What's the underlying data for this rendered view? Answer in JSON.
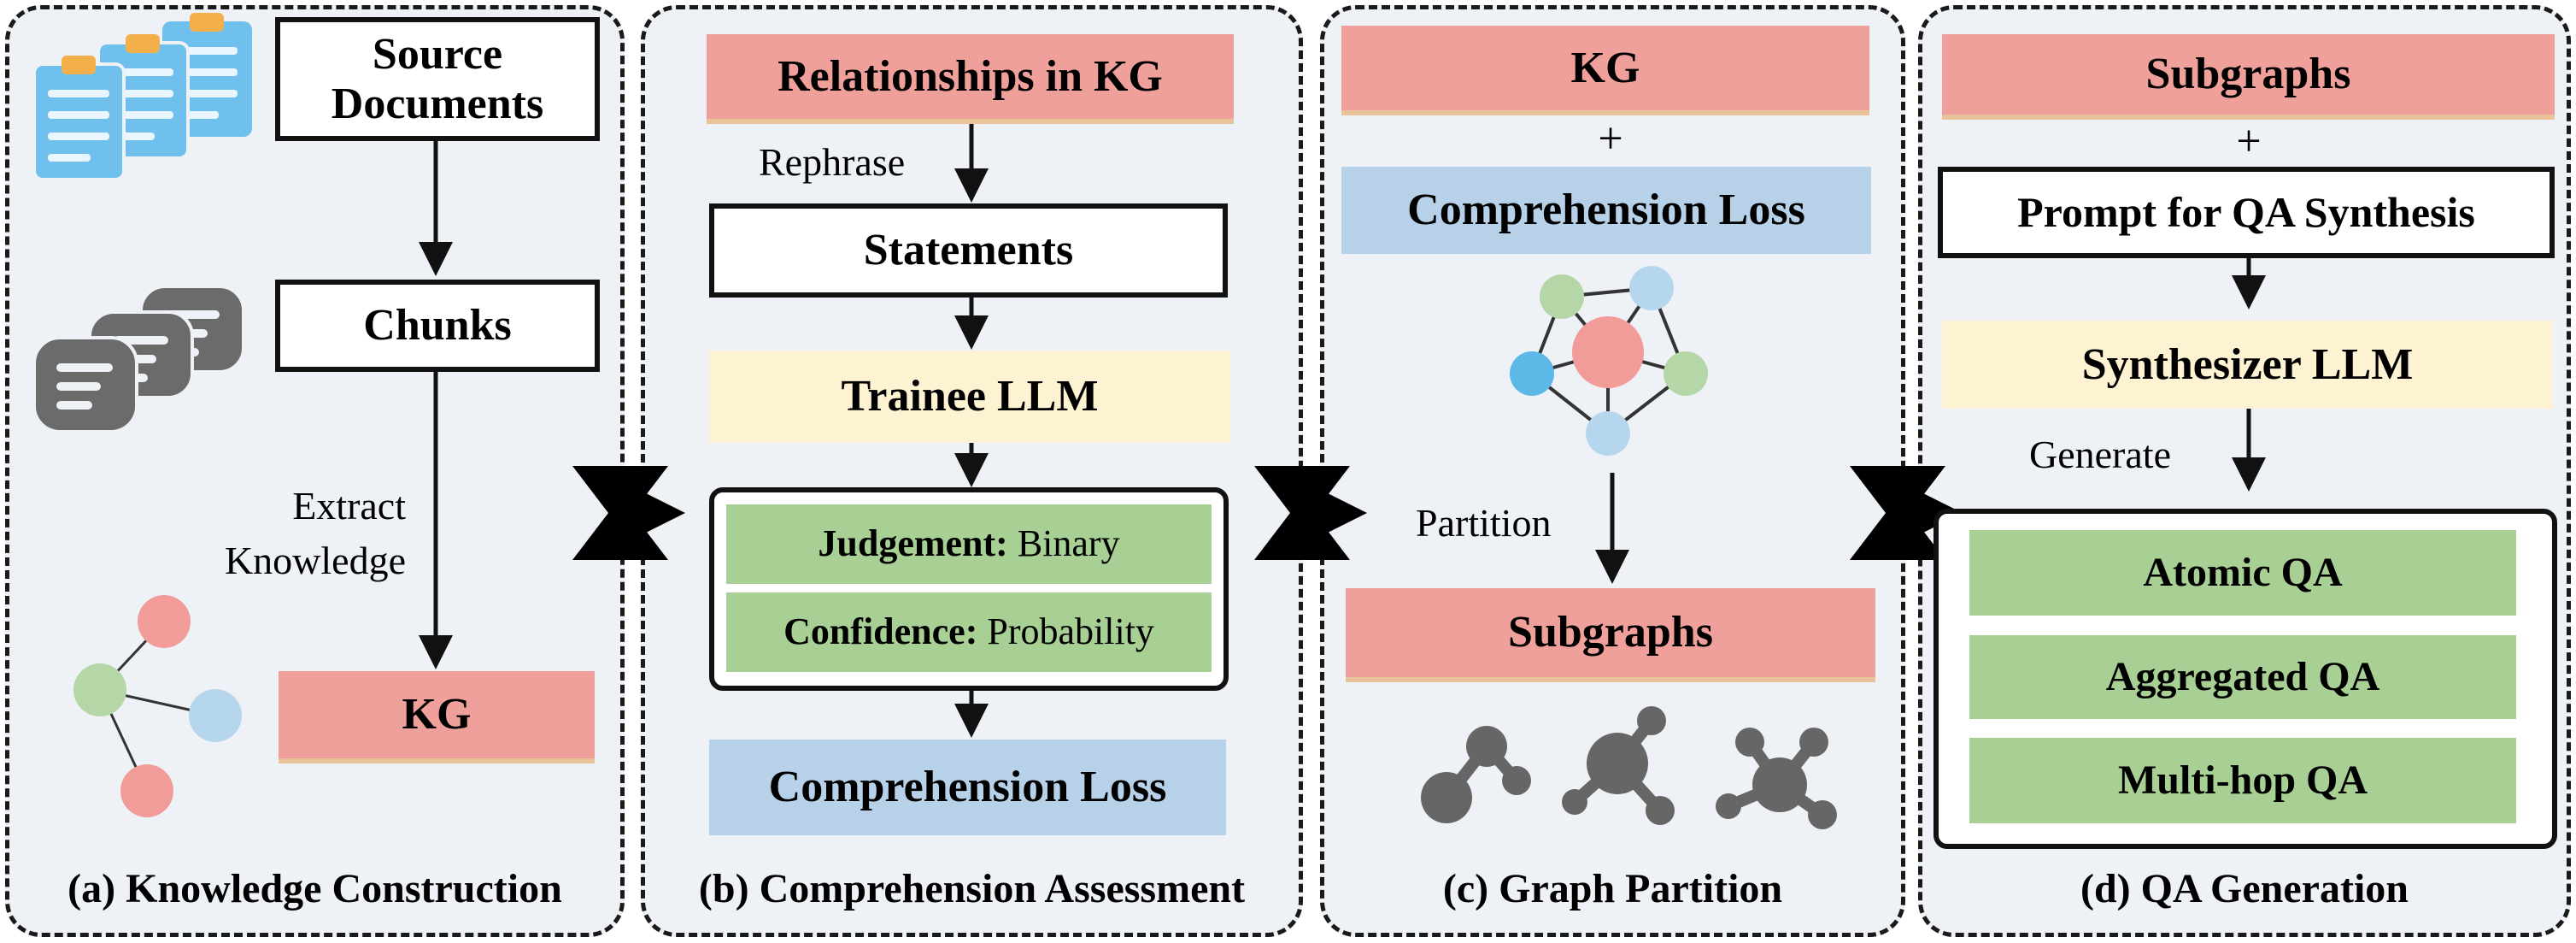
{
  "panels": {
    "a": {
      "title": "(a) Knowledge Construction",
      "source_documents": "Source\nDocuments",
      "chunks": "Chunks",
      "extract_label": "Extract\nKnowledge",
      "kg": "KG"
    },
    "b": {
      "title": "(b) Comprehension Assessment",
      "relationships": "Relationships in KG",
      "rephrase_label": "Rephrase",
      "statements": "Statements",
      "trainee_llm": "Trainee LLM",
      "judgement_key": "Judgement:",
      "judgement_val": " Binary",
      "confidence_key": "Confidence:",
      "confidence_val": " Probability",
      "comprehension_loss": "Comprehension Loss"
    },
    "c": {
      "title": "(c) Graph Partition",
      "kg": "KG",
      "plus": "+",
      "comprehension_loss": "Comprehension Loss",
      "partition_label": "Partition",
      "subgraphs": "Subgraphs"
    },
    "d": {
      "title": "(d) QA Generation",
      "subgraphs": "Subgraphs",
      "plus": "+",
      "prompt": "Prompt for QA Synthesis",
      "synthesizer_llm": "Synthesizer LLM",
      "generate_label": "Generate",
      "qa_types": [
        "Atomic QA",
        "Aggregated QA",
        "Multi-hop QA"
      ]
    }
  },
  "colors": {
    "panel_bg": "#eef1f6",
    "pink": "#f0a09a",
    "blue": "#b6d1e8",
    "yellow": "#fdf3d2",
    "green": "#a8cf94",
    "node_pink": "#f29c9a",
    "node_blue": "#b6d6ee",
    "node_green": "#b5d6a7",
    "node_cyan": "#5cb8e6",
    "grey": "#666666"
  },
  "icons": [
    "clipboard-documents-icon",
    "chat-bubbles-icon",
    "knowledge-graph-icon",
    "pentagon-graph-icon",
    "molecule-subgraph-icon",
    "flow-arrow-icon"
  ]
}
